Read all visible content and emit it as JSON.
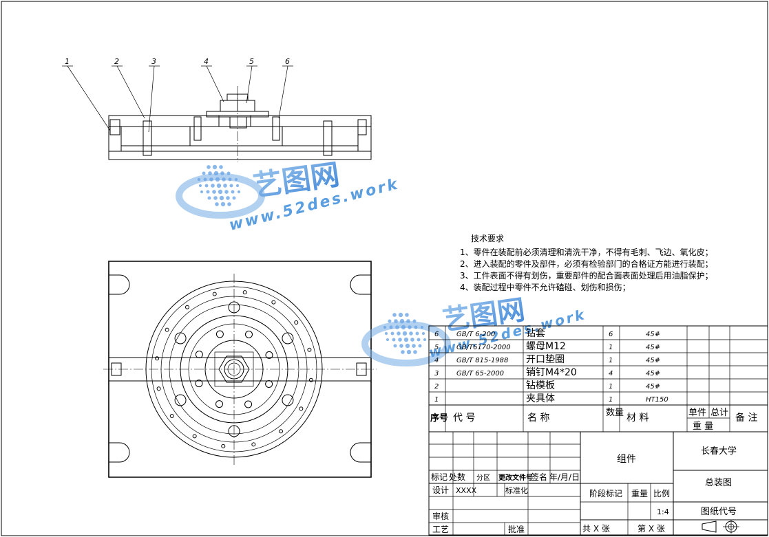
{
  "leaders": [
    "1",
    "2",
    "3",
    "4",
    "5",
    "6"
  ],
  "watermark": {
    "brand": "艺图网",
    "url": "www.52des.work"
  },
  "tech_req": {
    "title": "技术要求",
    "items": [
      "1、零件在装配前必须清理和清洗干净，不得有毛刺、飞边、氧化皮；",
      "2、进入装配的零件及部件，必须有检验部门的合格证方能进行装配；",
      "3、工件表面不得有划伤，重要部件的配合面表面处理后用油脂保护；",
      "4、装配过程中零件不允许磕碰、划伤和损伤；"
    ]
  },
  "bom": {
    "rows": [
      {
        "no": "6",
        "code": "GB/T 6-200",
        "name": "钻套",
        "qty": "6",
        "mat": "45#"
      },
      {
        "no": "5",
        "code": "GB/T6170-2000",
        "name": "螺母M12",
        "qty": "1",
        "mat": "45#"
      },
      {
        "no": "4",
        "code": "GB/T 815-1988",
        "name": "开口垫圈",
        "qty": "1",
        "mat": "45#"
      },
      {
        "no": "3",
        "code": "GB/T 65-2000",
        "name": "销钉M4*20",
        "qty": "4",
        "mat": "45#"
      },
      {
        "no": "2",
        "code": "",
        "name": "钻模板",
        "qty": "1",
        "mat": "45#"
      },
      {
        "no": "1",
        "code": "",
        "name": "夹具体",
        "qty": "1",
        "mat": "HT150"
      }
    ],
    "headers": {
      "no": "序号",
      "code": "代 号",
      "name": "名 称",
      "qty": "数量",
      "mat": "材 料",
      "unit": "单件",
      "total": "总计",
      "weight": "重 量",
      "note": "备 注"
    }
  },
  "title_block": {
    "labels": {
      "mark": "标记",
      "count": "处数",
      "zone": "分区",
      "doc": "更改文件号",
      "sign": "签名",
      "date": "年/月/日",
      "design": "设计",
      "std": "标准化",
      "review": "审核",
      "craft": "工艺",
      "approve": "批准",
      "stage": "阶段标记",
      "weight": "重量",
      "scale": "比例",
      "total_sheets": "共 X 张",
      "sheet_no": "第 X 张"
    },
    "designer": "XXXX",
    "part_name": "组件",
    "org": "长春大学",
    "drawing_name": "总装图",
    "drawing_code": "图纸代号",
    "scale_value": "1:4"
  }
}
